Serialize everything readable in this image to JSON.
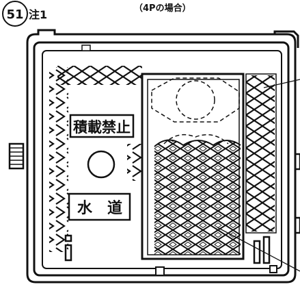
{
  "header": {
    "caption": "（4Pの場合）"
  },
  "callout": {
    "number": "51",
    "note": "注1"
  },
  "labels": {
    "no_load": "積載禁止",
    "water": "水　道"
  },
  "colors": {
    "line": "#111111",
    "background": "#ffffff"
  }
}
